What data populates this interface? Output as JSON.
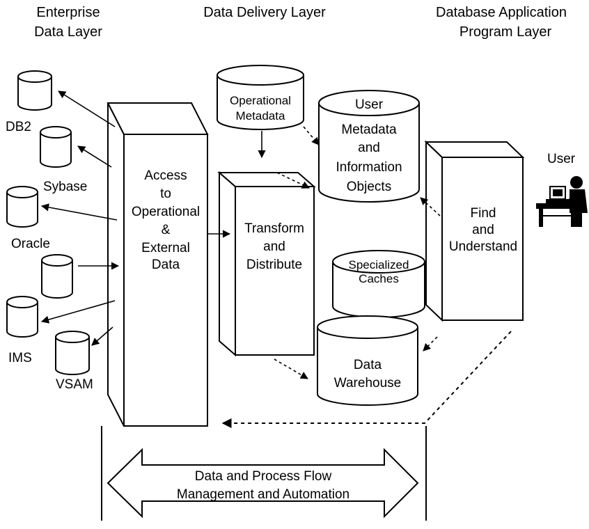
{
  "headers": {
    "enterprise": [
      "Enterprise",
      "Data Layer"
    ],
    "delivery": "Data Delivery Layer",
    "application": [
      "Database Application",
      "Program Layer"
    ]
  },
  "sources": {
    "db2": "DB2",
    "sybase": "Sybase",
    "oracle": "Oracle",
    "ims": "IMS",
    "vsam": "VSAM"
  },
  "blocks": {
    "access": [
      "Access",
      "to",
      "Operational",
      "&",
      "External",
      "Data"
    ],
    "transform": [
      "Transform",
      "and",
      "Distribute"
    ],
    "find": [
      "Find",
      "and",
      "Understand"
    ]
  },
  "stores": {
    "operational_metadata": [
      "Operational",
      "Metadata"
    ],
    "user_metadata": [
      "User",
      "Metadata",
      "and",
      "Information",
      "Objects"
    ],
    "specialized": [
      "Specialized",
      "Caches"
    ],
    "warehouse": [
      "Data",
      "Warehouse"
    ]
  },
  "user_label": "User",
  "management": [
    "Data and Process Flow",
    "Management and Automation"
  ]
}
